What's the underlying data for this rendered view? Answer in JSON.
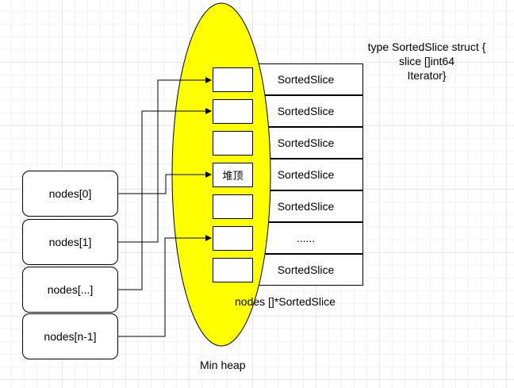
{
  "nodes": [
    "nodes[0]",
    "nodes[1]",
    "nodes[...]",
    "nodes[n-1]"
  ],
  "array": {
    "rows": [
      "SortedSlice",
      "SortedSlice",
      "SortedSlice",
      "SortedSlice",
      "SortedSlice",
      "......",
      "SortedSlice"
    ],
    "label": "nodes []*SortedSlice"
  },
  "heap": {
    "label": "Min heap",
    "top_label": "堆顶",
    "color": "#ffff00"
  },
  "struct_def": {
    "line1": "type SortedSlice struct {",
    "line2": "slice []int64",
    "line3": "Iterator}"
  }
}
